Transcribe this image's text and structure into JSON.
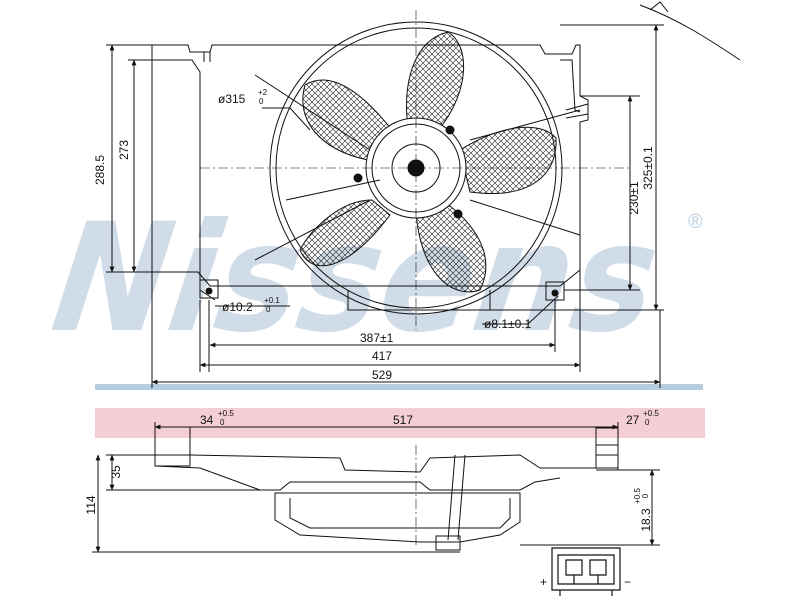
{
  "watermark": {
    "brand": "Nissens",
    "registered_mark": "®",
    "color": "#c9d7e6",
    "band_color": "#f2c9cf",
    "rule_color": "#b6cde0"
  },
  "top_view": {
    "fan_diameter": {
      "base": "ø315",
      "tol_upper": "+2",
      "tol_lower": "0"
    },
    "height_288": "288.5",
    "height_273": "273",
    "height_230": "230±1",
    "height_325": "325±0.1",
    "hole_left": {
      "base": "ø10.2",
      "tol_upper": "+0.1",
      "tol_lower": "0"
    },
    "hole_right": "ø8.1±0.1",
    "width_387": "387±1",
    "width_417": "417",
    "width_529": "529"
  },
  "side_view": {
    "overall_width": "517",
    "left_offset": {
      "base": "34",
      "tol_upper": "+0.5",
      "tol_lower": "0"
    },
    "right_offset": {
      "base": "27",
      "tol_upper": "+0.5",
      "tol_lower": "0"
    },
    "height_35": "35",
    "height_114": "114",
    "height_183": {
      "base": "18.3",
      "tol_upper": "+0.5",
      "tol_lower": "0"
    }
  },
  "connector": {
    "plus_label": "+",
    "minus_label": "−"
  }
}
